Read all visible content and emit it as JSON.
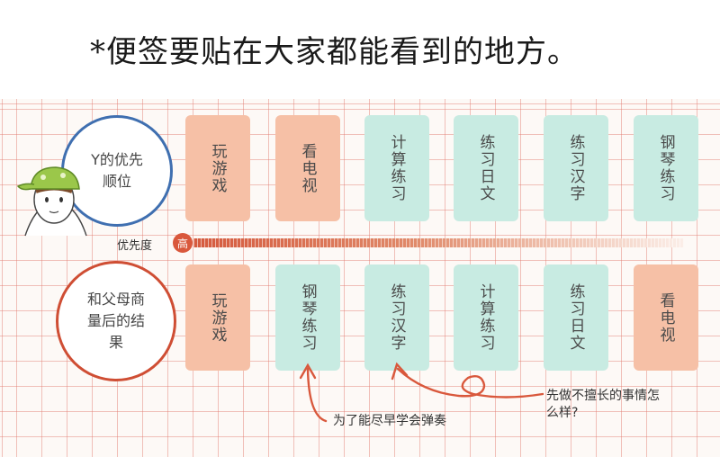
{
  "title": "*便签要贴在大家都能看到的地方。",
  "top_circle_label": "Y的优先顺位",
  "bottom_circle_label": "和父母商量后的结果",
  "priority_label": "优先度",
  "priority_high": "高",
  "top_row": [
    "玩游戏",
    "看电视",
    "计算练习",
    "练习日文",
    "练习汉字",
    "钢琴练习"
  ],
  "bottom_row": [
    "玩游戏",
    "钢琴练习",
    "练习汉字",
    "计算练习",
    "练习日文",
    "看电视"
  ],
  "note_left": "为了能尽早学会弹奏",
  "note_right_line1": "先做不擅长的事情怎",
  "note_right_line2": "么样?",
  "colors": {
    "orange_card": "#f6c0a6",
    "teal_card": "#c8ebe2",
    "blue_circle": "#3f6fb0",
    "red_circle": "#cf4e34",
    "accent": "#d9583c"
  },
  "icons": [
    "child-face-icon",
    "green-cap-icon",
    "curved-arrow-icon"
  ]
}
